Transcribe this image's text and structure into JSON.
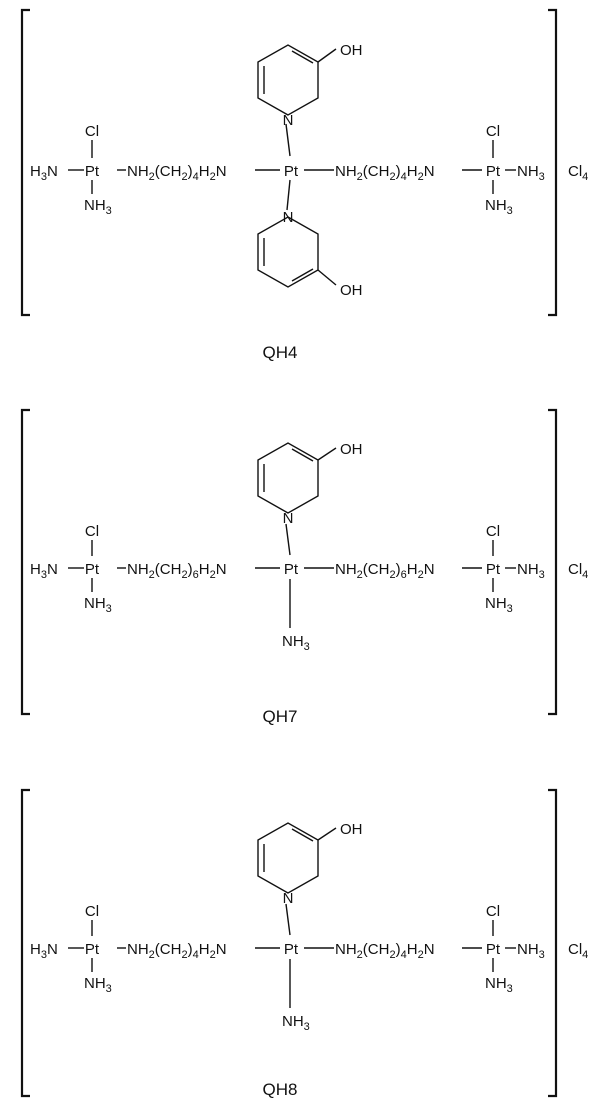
{
  "compounds": [
    {
      "name": "QH4",
      "counterion": "Cl4",
      "left_pt": {
        "top": "Cl",
        "left": "H3N",
        "bottom": "NH3",
        "metal": "Pt"
      },
      "left_linker": "NH2(CH2)4H2N",
      "center_pt": {
        "metal": "Pt",
        "top_ligand": "3-hydroxypyridine",
        "bottom_ligand": "3-hydroxypyridine"
      },
      "right_linker": "NH2(CH2)4H2N",
      "right_pt": {
        "top": "Cl",
        "right": "NH3",
        "bottom": "NH3",
        "metal": "Pt"
      },
      "ring_atoms": {
        "n": "N",
        "oh": "OH"
      }
    },
    {
      "name": "QH7",
      "counterion": "Cl4",
      "left_pt": {
        "top": "Cl",
        "left": "H3N",
        "bottom": "NH3",
        "metal": "Pt"
      },
      "left_linker": "NH2(CH2)6H2N",
      "center_pt": {
        "metal": "Pt",
        "top_ligand": "3-hydroxypyridine",
        "bottom_ligand": "NH3"
      },
      "right_linker": "NH2(CH2)6H2N",
      "right_pt": {
        "top": "Cl",
        "right": "NH3",
        "bottom": "NH3",
        "metal": "Pt"
      },
      "ring_atoms": {
        "n": "N",
        "oh": "OH"
      }
    },
    {
      "name": "QH8",
      "counterion": "Cl4",
      "left_pt": {
        "top": "Cl",
        "left": "H3N",
        "bottom": "NH3",
        "metal": "Pt"
      },
      "left_linker": "NH2(CH2)4H2N",
      "center_pt": {
        "metal": "Pt",
        "top_ligand": "3-hydroxypyridine",
        "bottom_ligand": "NH3"
      },
      "right_linker": "NH2(CH2)4H2N",
      "right_pt": {
        "top": "Cl",
        "right": "NH3",
        "bottom": "NH3",
        "metal": "Pt"
      },
      "ring_atoms": {
        "n": "N",
        "oh": "OH"
      }
    }
  ]
}
